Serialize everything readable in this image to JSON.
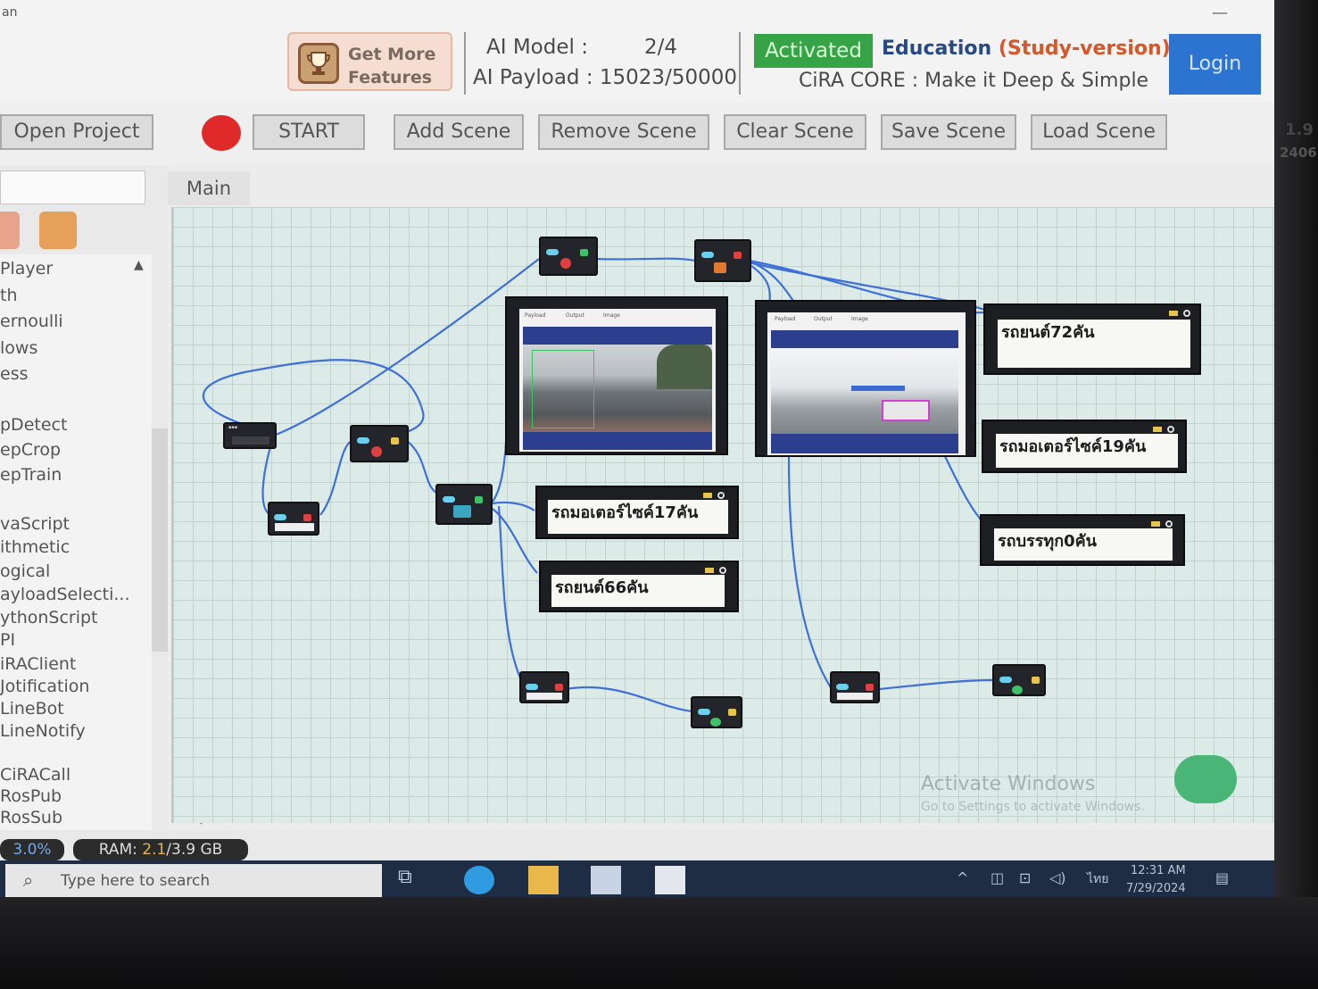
{
  "window": {
    "title": "an",
    "minimize": "—",
    "restore": "❐"
  },
  "header": {
    "get_more": {
      "line1": "Get More",
      "line2": "Features"
    },
    "ai_model_label": "AI Model :",
    "ai_model_value": "2/4",
    "ai_payload": "AI Payload : 15023/50000",
    "status": "Activated",
    "edition": "Education",
    "edition_sub": "(Study-version)",
    "tagline": "CiRA CORE : Make it Deep & Simple",
    "login": "Login",
    "version": "1.9",
    "build": "2406"
  },
  "toolbar": {
    "open_project": "Open Project",
    "start": "START",
    "add_scene": "Add Scene",
    "remove_scene": "Remove Scene",
    "clear_scene": "Clear Scene",
    "save_scene": "Save Scene",
    "load_scene": "Load Scene"
  },
  "tabs": {
    "main": "Main"
  },
  "sidebar": {
    "items": [
      "Player",
      "th",
      "ernoulli",
      "lows",
      "ess",
      "pDetect",
      "epCrop",
      "epTrain",
      "vaScript",
      "ithmetic",
      "ogical",
      "ayloadSelecti...",
      "ythonScript",
      "PI",
      "iRAClient",
      "Jotification",
      "LineBot",
      "LineNotify",
      "CiRACall",
      "RosPub",
      "RosSub"
    ]
  },
  "canvas": {
    "monitor_tabs": [
      "Payload",
      "Output",
      "Image"
    ],
    "counts": [
      "รถยนต์72คัน",
      "รถมอเตอร์ไซค์19คัน",
      "รถบรรทุก0คัน",
      "รถมอเตอร์ไซค์17คัน",
      "รถยนต์66คัน"
    ],
    "watermark": "Activate Windows",
    "watermark_sub": "Go to Settings to activate Windows."
  },
  "status": {
    "cpu": "3.0%",
    "ram_label": "RAM: ",
    "ram_used": "2.1",
    "ram_total": "/3.9 GB"
  },
  "taskbar": {
    "search_placeholder": "Type here to search",
    "lang": "ไทย",
    "time": "12:31 AM",
    "date": "7/29/2024"
  },
  "colors": {
    "accent_login": "#2c74d0",
    "activated": "#36a347",
    "edition": "#274a86",
    "edition_sub": "#d4582a",
    "record": "#e02a2a",
    "wire": "#3f6fd8"
  }
}
